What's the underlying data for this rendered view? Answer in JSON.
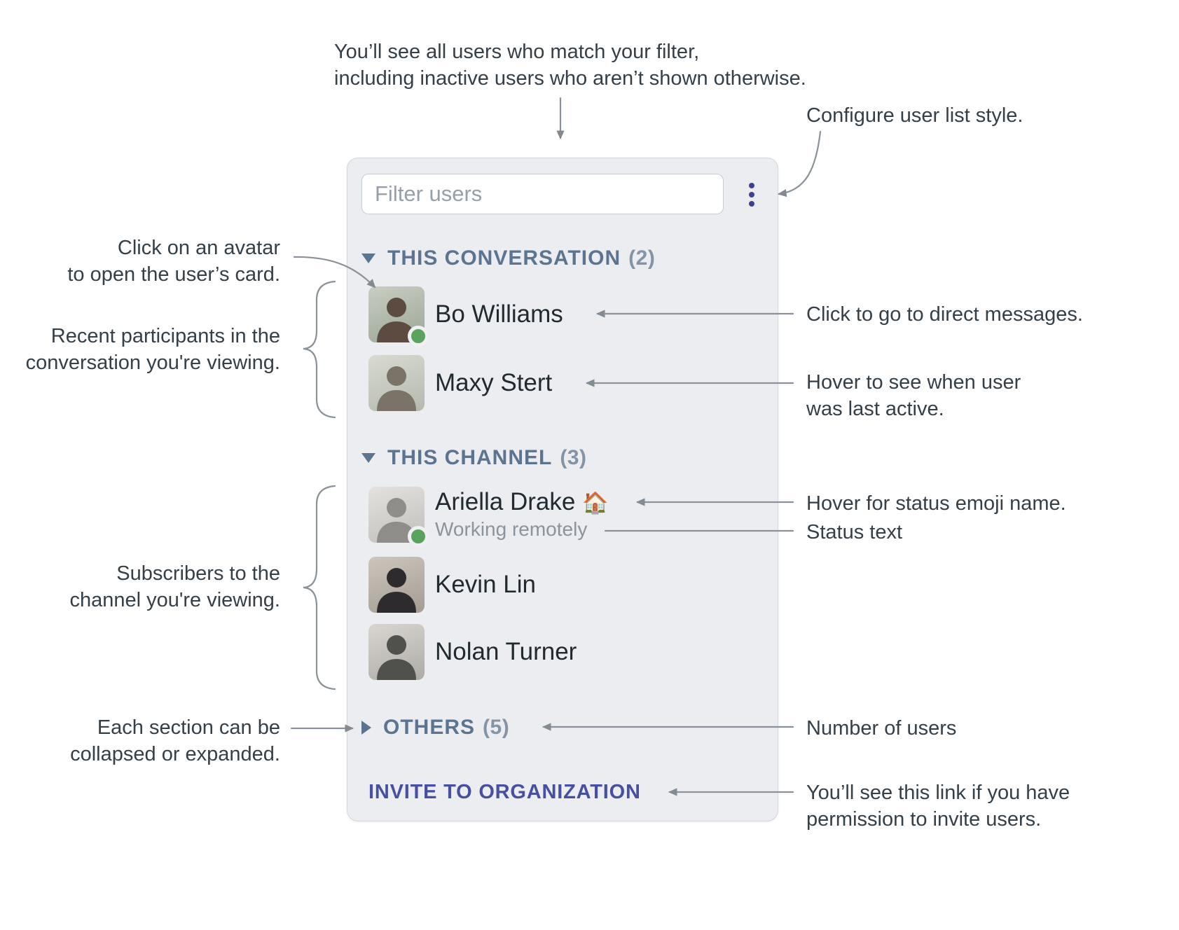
{
  "panel": {
    "filter_placeholder": "Filter users",
    "menu_icon": "kebab-menu-icon",
    "invite_link_label": "INVITE TO ORGANIZATION",
    "sections": [
      {
        "label": "THIS CONVERSATION",
        "count": "(2)",
        "state": "expanded",
        "users": [
          {
            "name": "Bo Williams",
            "presence": "online"
          },
          {
            "name": "Maxy Stert",
            "presence": "none"
          }
        ]
      },
      {
        "label": "THIS CHANNEL",
        "count": "(3)",
        "state": "expanded",
        "users": [
          {
            "name": "Ariella Drake",
            "status_emoji": "🏠",
            "status_text": "Working remotely",
            "presence": "online"
          },
          {
            "name": "Kevin Lin",
            "presence": "none"
          },
          {
            "name": "Nolan Turner",
            "presence": "none"
          }
        ]
      },
      {
        "label": "OTHERS",
        "count": "(5)",
        "state": "collapsed",
        "users": []
      }
    ]
  },
  "annotations": {
    "filter_note": "You’ll see all users who match your filter,\nincluding inactive users who aren’t shown otherwise.",
    "configure_style": "Configure user list style.",
    "avatar_card": "Click on an avatar\nto open the user’s card.",
    "recent_participants": "Recent participants in the\nconversation you're viewing.",
    "direct_messages": "Click to go to direct messages.",
    "last_active": "Hover to see when user\nwas last active.",
    "status_emoji": "Hover for status emoji name.",
    "status_text": "Status text",
    "subscribers": "Subscribers to the\nchannel you're viewing.",
    "collapse_sections": "Each section can be\ncollapsed or expanded.",
    "number_of_users": "Number of users",
    "invite_permission": "You’ll see this link if you have\npermission to invite users."
  },
  "colors": {
    "panel_bg": "#ecedf1",
    "section_header": "#5b7490",
    "section_count": "#8494a4",
    "accent_indigo": "#464fa0",
    "presence_green": "#59a35d",
    "annotation_line": "#8a9198",
    "user_name": "#212a31",
    "status_text": "#8b949d"
  }
}
